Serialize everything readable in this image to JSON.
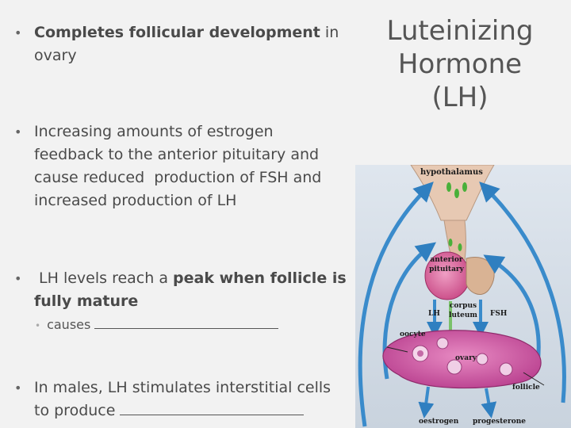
{
  "title": {
    "line1": "Luteinizing",
    "line2": "Hormone (LH)"
  },
  "bullets": {
    "b1": {
      "bold": "Completes follicular development",
      "rest": " in",
      "line2": "ovary"
    },
    "b2": {
      "line1": "Increasing amounts of estrogen",
      "line2": "feedback to the anterior pituitary and",
      "line3": "cause reduced  production of FSH and",
      "line4": "increased production of LH"
    },
    "b3": {
      "pre": " LH levels reach a ",
      "bold1": "peak when follicle is",
      "bold2": "fully mature"
    },
    "b3_sub": {
      "text": "causes "
    },
    "b4": {
      "line1": "In males, LH stimulates interstitial cells",
      "line2": "to produce "
    }
  },
  "diagram": {
    "labels": {
      "hypothalamus": "hypothalamus",
      "anterior": "anterior",
      "pituitary": "pituitary",
      "lh": "LH",
      "fsh": "FSH",
      "corpus": "corpus",
      "luteum": "luteum",
      "oocyte": "oocyte",
      "ovary": "ovary",
      "follicle": "follicle",
      "estrogen": "oestrogen",
      "progesterone": "progesterone"
    }
  }
}
